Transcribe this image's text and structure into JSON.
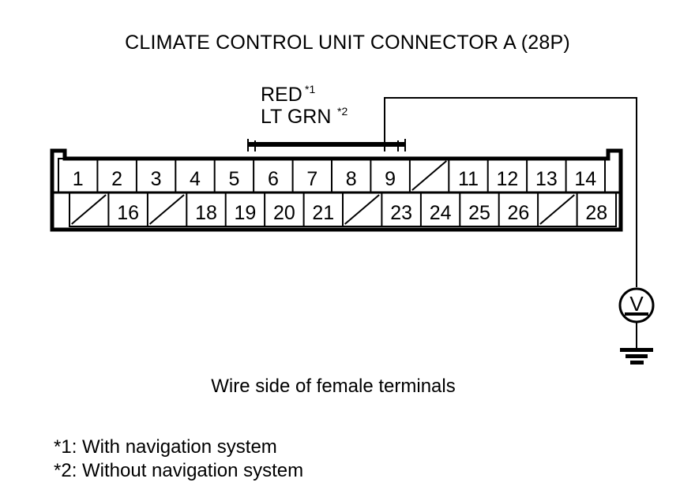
{
  "title": "CLIMATE CONTROL UNIT CONNECTOR A (28P)",
  "wire_labels": {
    "line1_text": "RED",
    "line1_note": "*1",
    "line2_text": "LT GRN",
    "line2_note": "*2"
  },
  "connector": {
    "cavity_count": "28P",
    "top_row": [
      {
        "number": "1",
        "blank": false
      },
      {
        "number": "2",
        "blank": false
      },
      {
        "number": "3",
        "blank": false
      },
      {
        "number": "4",
        "blank": false
      },
      {
        "number": "5",
        "blank": false
      },
      {
        "number": "6",
        "blank": false
      },
      {
        "number": "7",
        "blank": false
      },
      {
        "number": "8",
        "blank": false
      },
      {
        "number": "9",
        "blank": false
      },
      {
        "number": "10",
        "blank": true
      },
      {
        "number": "11",
        "blank": false
      },
      {
        "number": "12",
        "blank": false
      },
      {
        "number": "13",
        "blank": false
      },
      {
        "number": "14",
        "blank": false
      }
    ],
    "bottom_row": [
      {
        "number": "15",
        "blank": true
      },
      {
        "number": "16",
        "blank": false
      },
      {
        "number": "17",
        "blank": true
      },
      {
        "number": "18",
        "blank": false
      },
      {
        "number": "19",
        "blank": false
      },
      {
        "number": "20",
        "blank": false
      },
      {
        "number": "21",
        "blank": false
      },
      {
        "number": "22",
        "blank": true
      },
      {
        "number": "23",
        "blank": false
      },
      {
        "number": "24",
        "blank": false
      },
      {
        "number": "25",
        "blank": false
      },
      {
        "number": "26",
        "blank": false
      },
      {
        "number": "27",
        "blank": true
      },
      {
        "number": "28",
        "blank": false
      }
    ]
  },
  "measurement": {
    "instrument_symbol": "V",
    "instrument_name": "voltmeter",
    "probe_terminal": "9",
    "ground_symbol": "earth-ground"
  },
  "caption": "Wire side of female terminals",
  "footnotes": [
    "*1: With navigation system",
    "*2: Without navigation system"
  ],
  "colors": {
    "line": "#000000",
    "background": "#ffffff"
  }
}
